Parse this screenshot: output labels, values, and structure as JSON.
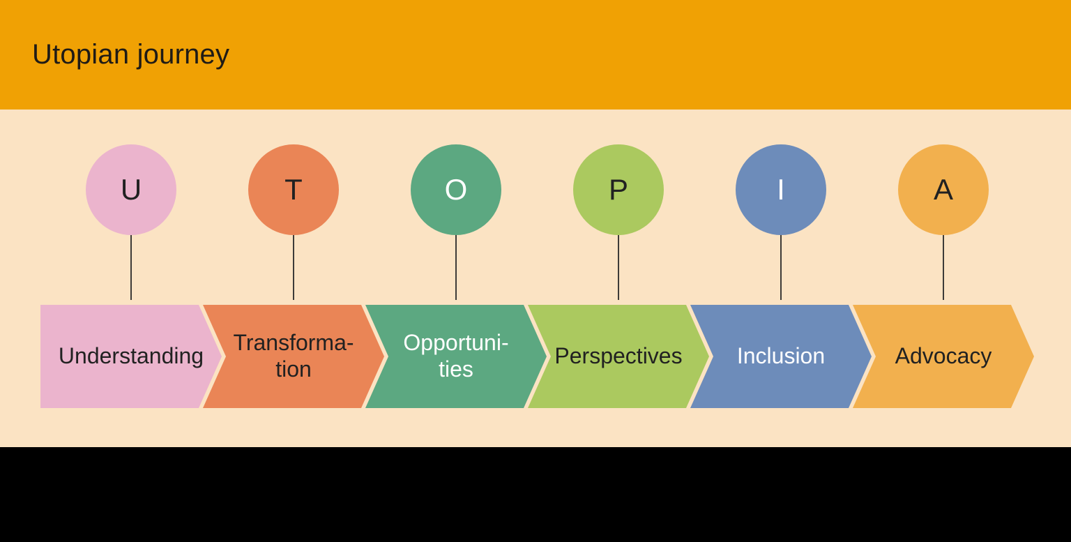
{
  "slide": {
    "title": "Utopian journey"
  },
  "theme": {
    "header_bg": "#F0A104",
    "content_bg": "#FBE3C3",
    "footer_bg": "#000000",
    "title_color": "#1F1B16",
    "connector_color": "#3D3B38"
  },
  "steps": [
    {
      "letter": "U",
      "label": "Understanding",
      "color": "#EBB4CD",
      "letter_color": "#212121",
      "label_color": "#212121"
    },
    {
      "letter": "T",
      "label": "Transforma-\ntion",
      "color": "#EA8556",
      "letter_color": "#212121",
      "label_color": "#212121"
    },
    {
      "letter": "O",
      "label": "Opportuni-\nties",
      "color": "#5CA881",
      "letter_color": "#FFFFFF",
      "label_color": "#FFFFFF"
    },
    {
      "letter": "P",
      "label": "Perspectives",
      "color": "#ABC95F",
      "letter_color": "#212121",
      "label_color": "#212121"
    },
    {
      "letter": "I",
      "label": "Inclusion",
      "color": "#6D8CBA",
      "letter_color": "#FFFFFF",
      "label_color": "#FFFFFF"
    },
    {
      "letter": "A",
      "label": "Advocacy",
      "color": "#F2B04E",
      "letter_color": "#212121",
      "label_color": "#212121"
    }
  ]
}
